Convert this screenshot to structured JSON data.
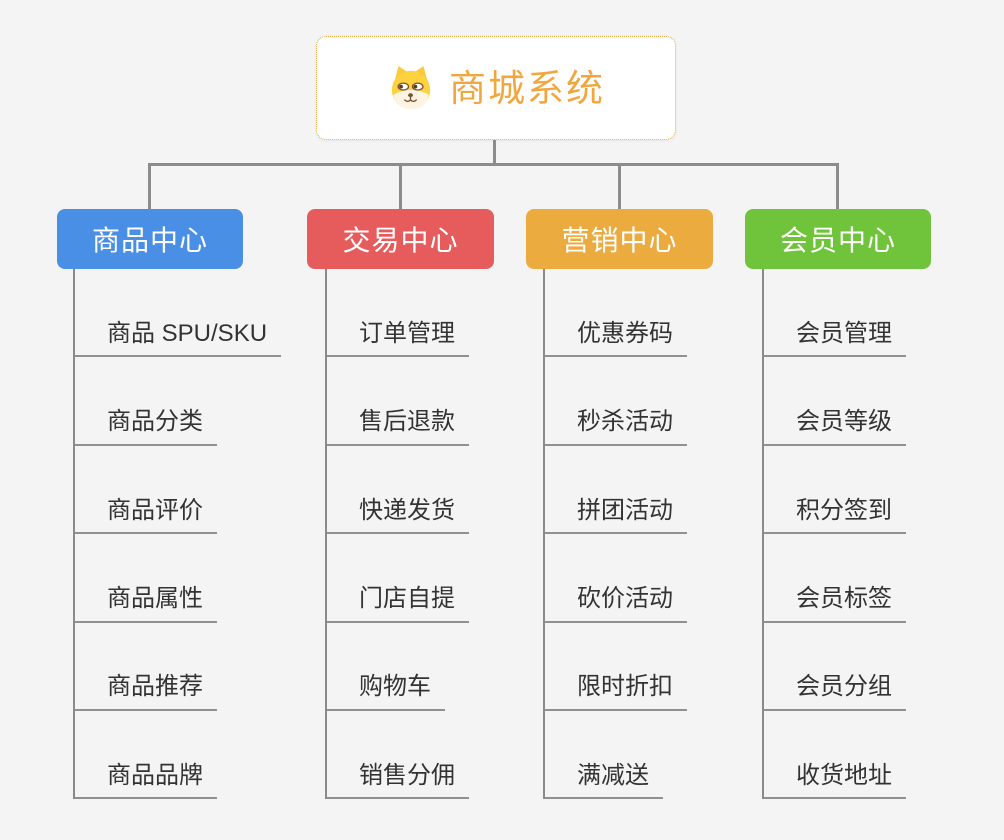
{
  "diagram_title": "商城系统",
  "root": {
    "label": "商城系统",
    "icon": "dog-face-icon",
    "text_color": "#f1a73f",
    "border_color": "#eaa640",
    "background": "#ffffff"
  },
  "connector_color": "#8c8c8c",
  "page_background": "#f4f4f4",
  "branches": [
    {
      "label": "商品中心",
      "color": "#4a8fe6",
      "children": [
        "商品 SPU/SKU",
        "商品分类",
        "商品评价",
        "商品属性",
        "商品推荐",
        "商品品牌"
      ]
    },
    {
      "label": "交易中心",
      "color": "#e65c5c",
      "children": [
        "订单管理",
        "售后退款",
        "快递发货",
        "门店自提",
        "购物车",
        "销售分佣"
      ]
    },
    {
      "label": "营销中心",
      "color": "#ecab3f",
      "children": [
        "优惠券码",
        "秒杀活动",
        "拼团活动",
        "砍价活动",
        "限时折扣",
        "满减送"
      ]
    },
    {
      "label": "会员中心",
      "color": "#70c43c",
      "children": [
        "会员管理",
        "会员等级",
        "积分签到",
        "会员标签",
        "会员分组",
        "收货地址"
      ]
    }
  ]
}
